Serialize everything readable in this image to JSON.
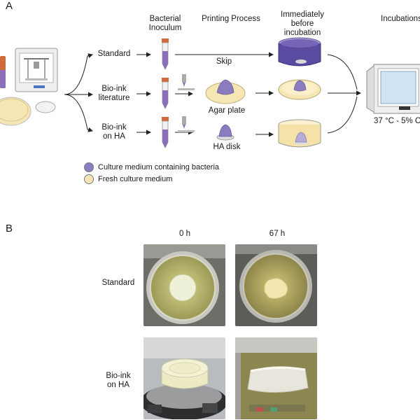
{
  "panel_a": {
    "letter": "A",
    "headers": {
      "inoculum": [
        "Bacterial",
        "Inoculum"
      ],
      "printing": "Printing Process",
      "before": [
        "Immediately",
        "before",
        "incubation"
      ],
      "incubation": "Incubations"
    },
    "rows": {
      "standard": "Standard",
      "literature": [
        "Bio-ink",
        "literature"
      ],
      "ha": [
        "Bio-ink",
        "on HA"
      ]
    },
    "labels": {
      "skip": "Skip",
      "agar": "Agar plate",
      "ha_disk": "HA disk",
      "incubator_conditions": "37 °C - 5% C"
    },
    "legend": [
      {
        "label": "Culture medium containing bacteria",
        "color": "#8d7cc0"
      },
      {
        "label": "Fresh culture medium",
        "color": "#f6e6b4"
      }
    ]
  },
  "panel_b": {
    "letter": "B",
    "col_headers": [
      "0 h",
      "67 h"
    ],
    "row_labels": {
      "standard": "Standard",
      "ha": [
        "Bio-ink",
        "on HA"
      ]
    }
  }
}
